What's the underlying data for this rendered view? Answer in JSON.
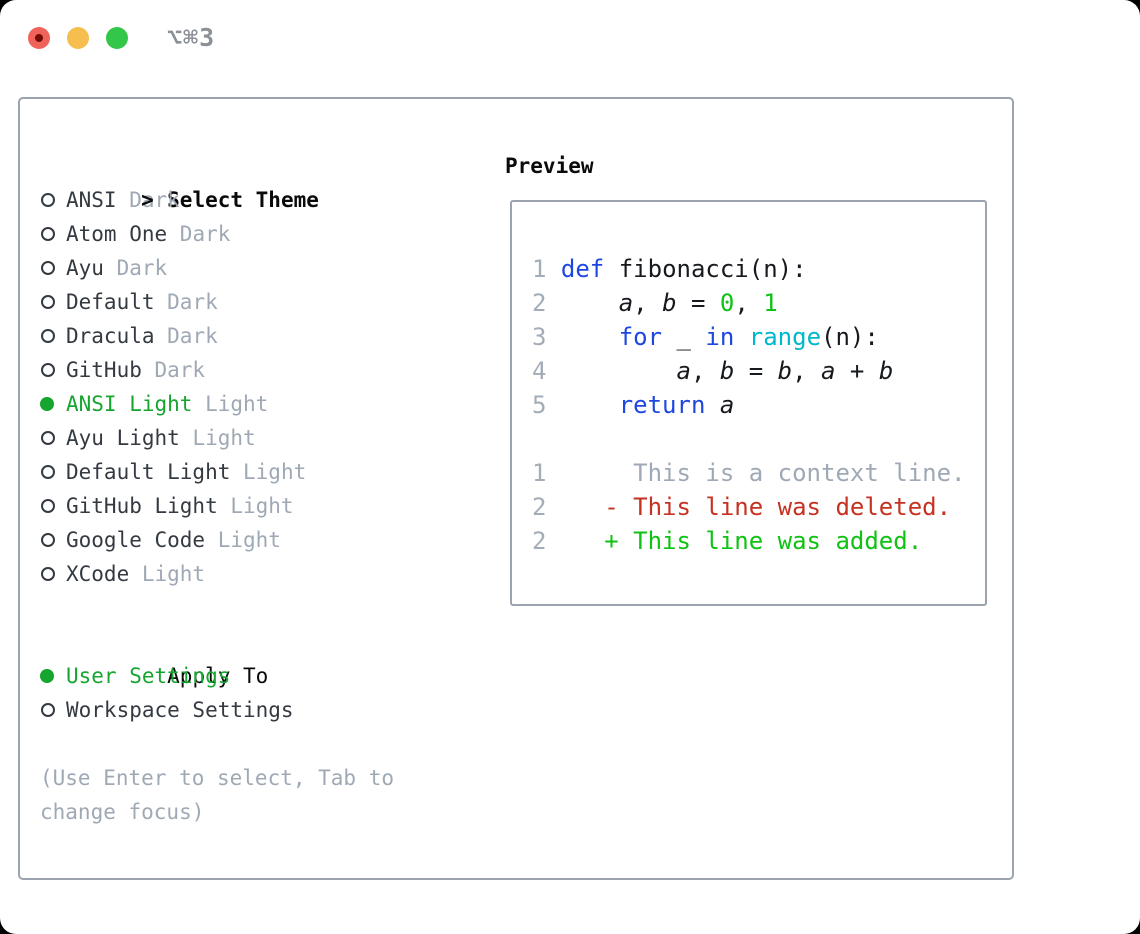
{
  "window": {
    "title": "⌥⌘3"
  },
  "colors": {
    "accent_green": "#16a52f",
    "diff_green": "#0fc213",
    "diff_red": "#c53222",
    "keyword_blue": "#1e47e1",
    "builtin_cyan": "#00b7cd",
    "muted_gray": "#9fa9b5",
    "text_dark": "#343a42",
    "line_number_gray": "#a3adb8",
    "panel_border": "#9aa3ae",
    "button_red": "#f0635a",
    "button_yellow": "#f6bd4f",
    "button_green": "#32c748",
    "title_gray": "#8b9096"
  },
  "theme_selector": {
    "header_marker": ">",
    "header": "Select Theme",
    "items": [
      {
        "label": "ANSI",
        "variant": "Dark",
        "selected": false
      },
      {
        "label": "Atom One",
        "variant": "Dark",
        "selected": false
      },
      {
        "label": "Ayu",
        "variant": "Dark",
        "selected": false
      },
      {
        "label": "Default",
        "variant": "Dark",
        "selected": false
      },
      {
        "label": "Dracula",
        "variant": "Dark",
        "selected": false
      },
      {
        "label": "GitHub",
        "variant": "Dark",
        "selected": false
      },
      {
        "label": "ANSI Light",
        "variant": "Light",
        "selected": true
      },
      {
        "label": "Ayu Light",
        "variant": "Light",
        "selected": false
      },
      {
        "label": "Default Light",
        "variant": "Light",
        "selected": false
      },
      {
        "label": "GitHub Light",
        "variant": "Light",
        "selected": false
      },
      {
        "label": "Google Code",
        "variant": "Light",
        "selected": false
      },
      {
        "label": "XCode",
        "variant": "Light",
        "selected": false
      }
    ]
  },
  "apply_to": {
    "header": "Apply To",
    "options": [
      {
        "label": "User Settings",
        "selected": true
      },
      {
        "label": "Workspace Settings",
        "selected": false
      }
    ]
  },
  "help": {
    "lines": [
      "(Use Enter to select, Tab to",
      "change focus)"
    ]
  },
  "preview": {
    "header": "Preview",
    "code_lines": [
      {
        "num": "1",
        "tokens": [
          {
            "t": "def",
            "c": "kw"
          },
          {
            "t": " fibonacci(n):"
          }
        ]
      },
      {
        "num": "2",
        "tokens": [
          {
            "t": "    "
          },
          {
            "t": "a",
            "s": "i"
          },
          {
            "t": ", "
          },
          {
            "t": "b",
            "s": "i"
          },
          {
            "t": " = "
          },
          {
            "t": "0",
            "c": "num"
          },
          {
            "t": ", "
          },
          {
            "t": "1",
            "c": "num"
          }
        ]
      },
      {
        "num": "3",
        "tokens": [
          {
            "t": "    "
          },
          {
            "t": "for",
            "c": "kw"
          },
          {
            "t": " _ "
          },
          {
            "t": "in",
            "c": "kw"
          },
          {
            "t": " "
          },
          {
            "t": "range",
            "c": "fn"
          },
          {
            "t": "(n):"
          }
        ]
      },
      {
        "num": "4",
        "tokens": [
          {
            "t": "        "
          },
          {
            "t": "a",
            "s": "i"
          },
          {
            "t": ", "
          },
          {
            "t": "b",
            "s": "i"
          },
          {
            "t": " = "
          },
          {
            "t": "b",
            "s": "i"
          },
          {
            "t": ", "
          },
          {
            "t": "a",
            "s": "i"
          },
          {
            "t": " + "
          },
          {
            "t": "b",
            "s": "i"
          }
        ]
      },
      {
        "num": "5",
        "tokens": [
          {
            "t": "    "
          },
          {
            "t": "return",
            "c": "kw"
          },
          {
            "t": " "
          },
          {
            "t": "a",
            "s": "i"
          }
        ]
      },
      {
        "num": "",
        "tokens": []
      },
      {
        "num": "1",
        "tokens": [
          {
            "t": "     This is a context line.",
            "c": "ctx"
          }
        ]
      },
      {
        "num": "2",
        "tokens": [
          {
            "t": "   - This line was deleted.",
            "c": "del"
          }
        ]
      },
      {
        "num": "2",
        "tokens": [
          {
            "t": "   + This line was added.",
            "c": "add"
          }
        ]
      }
    ]
  }
}
